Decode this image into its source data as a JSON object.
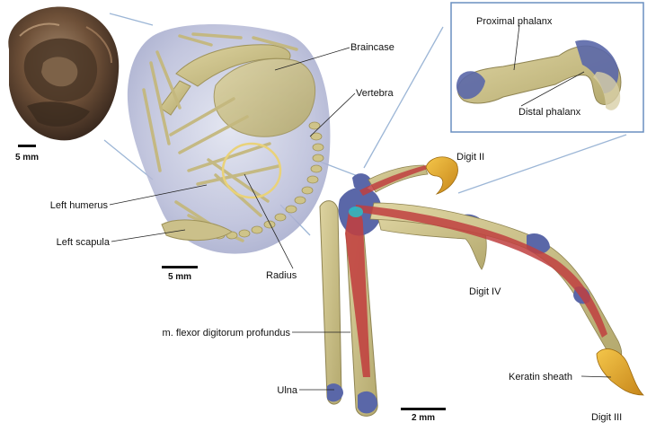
{
  "labels": {
    "braincase": "Braincase",
    "vertebra": "Vertebra",
    "left_humerus": "Left humerus",
    "left_scapula": "Left scapula",
    "radius": "Radius",
    "flexor": "m. flexor digitorum profundus",
    "ulna": "Ulna",
    "digit_ii": "Digit II",
    "digit_iii": "Digit III",
    "digit_iv": "Digit IV",
    "keratin_sheath": "Keratin sheath",
    "proximal_phalanx": "Proximal phalanx",
    "distal_phalanx": "Distal phalanx"
  },
  "scale_bars": {
    "photo": "5 mm",
    "scan": "5 mm",
    "forelimb": "2 mm"
  },
  "colors": {
    "bone": "#cbc08a",
    "bone_dark": "#a99a5c",
    "cartilage_blue": "#5a67a8",
    "muscle": "#c0403f",
    "claw": "#e0a020",
    "glow": "#28c0c8",
    "specimen": "#6e5038",
    "body_volume": "#a9aed0",
    "connector": "#9cb6d6",
    "ring": "#e9d27a"
  }
}
